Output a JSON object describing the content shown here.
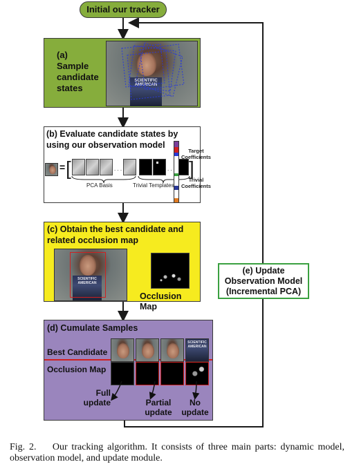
{
  "start": {
    "label": "Initial our tracker"
  },
  "step_a": {
    "label": "(a)\nSample\ncandidate\nstates",
    "book_text": "SCIENTIFIC AMERICAN"
  },
  "step_b": {
    "label": "(b) Evaluate candidate states by\nusing our observation model",
    "pca_label": "PCA Basis",
    "trivial_label": "Trivial Templates",
    "target_coeff": "Target\nCoefficients",
    "trivial_coeff": "Trivial\nCoefficients",
    "equals": "=",
    "ellipsis": ". . ."
  },
  "step_c": {
    "label": "(c) Obtain the best candidate and\nrelated occlusion map",
    "occlusion_label": "Occlusion Map"
  },
  "step_d": {
    "label": "(d) Cumulate Samples",
    "row1": "Best Candidate",
    "row2": "Occlusion Map",
    "full": "Full\nupdate",
    "partial": "Partial\nupdate",
    "none": "No\nupdate"
  },
  "step_e": {
    "label": "(e) Update\nObservation Model\n(Incremental PCA)"
  },
  "caption": {
    "lead": "Fig. 2.",
    "text": "Our tracking algorithm. It consists of three main parts: dynamic model, observation model, and update module."
  },
  "colors": {
    "green": "#86ad3c",
    "white": "#ffffff",
    "yellow": "#f6eb1f",
    "purple": "#9a85bd",
    "line": "#1a1a1a",
    "red": "#d02020",
    "blue_dashed": "#2a3bd8"
  }
}
